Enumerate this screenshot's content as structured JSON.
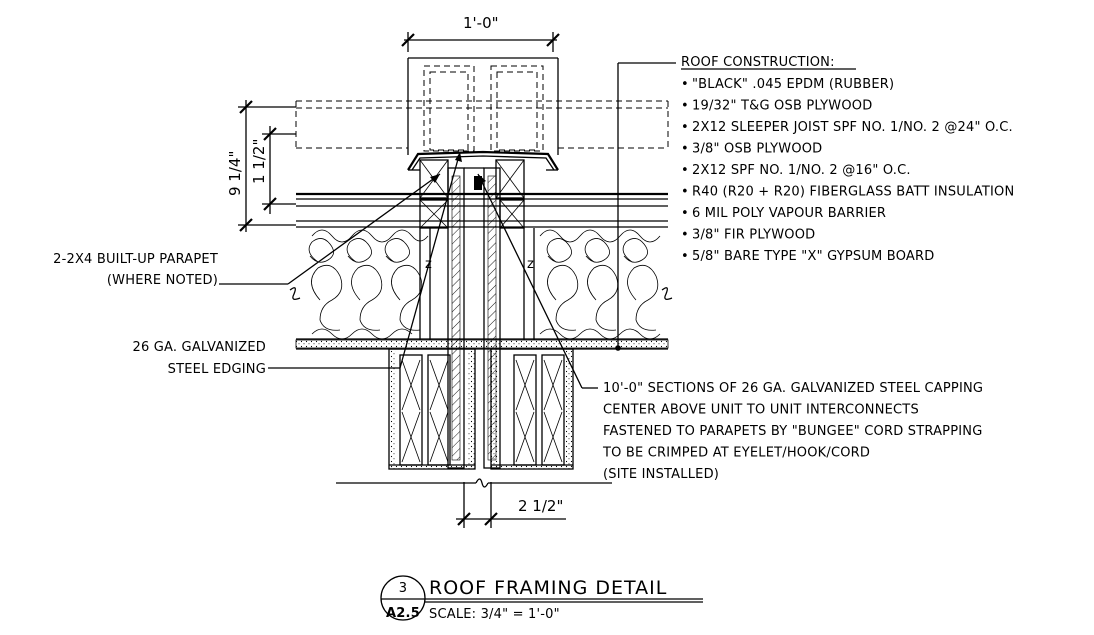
{
  "dimensions": {
    "top_width": "1'-0\"",
    "height_total": "9 1/4\"",
    "height_small": "1 1/2\"",
    "gap_width": "2 1/2\""
  },
  "roof_construction": {
    "heading": "ROOF CONSTRUCTION:",
    "layers": [
      "\"BLACK\" .045 EPDM (RUBBER)",
      "19/32\" T&G OSB PLYWOOD",
      "2X12 SLEEPER JOIST SPF NO. 1/NO. 2 @24\" O.C.",
      "3/8\" OSB PLYWOOD",
      "2X12 SPF NO. 1/NO. 2 @16\" O.C.",
      "R40 (R20 + R20) FIBERGLASS BATT INSULATION",
      "6 MIL POLY VAPOUR BARRIER",
      "3/8\" FIR PLYWOOD",
      "5/8\" BARE TYPE \"X\" GYPSUM BOARD"
    ],
    "bullet": "•"
  },
  "callouts": {
    "parapet_line1": "2-2X4 BUILT-UP PARAPET",
    "parapet_line2": "(WHERE NOTED)",
    "edging_line1": "26 GA. GALVANIZED",
    "edging_line2": "STEEL EDGING",
    "capping_lines": [
      "10'-0\" SECTIONS OF 26 GA. GALVANIZED STEEL CAPPING",
      "CENTER ABOVE UNIT TO UNIT INTERCONNECTS",
      "FASTENED TO PARAPETS BY \"BUNGEE\" CORD STRAPPING",
      "TO BE CRIMPED AT EYELET/HOOK/CORD",
      "(SITE INSTALLED)"
    ]
  },
  "title_block": {
    "detail_number": "3",
    "sheet": "A2.5",
    "title": "ROOF FRAMING DETAIL",
    "scale": "SCALE: 3/4\" = 1'-0\""
  }
}
